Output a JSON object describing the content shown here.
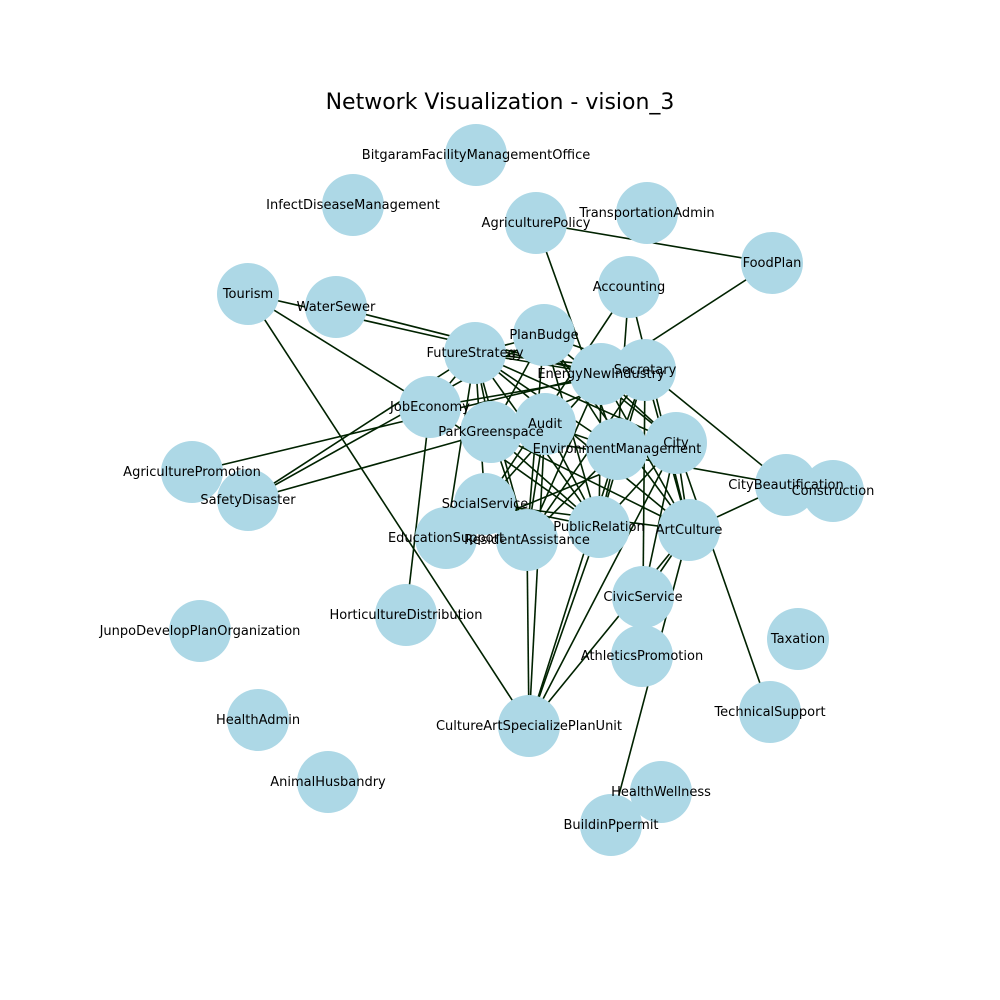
{
  "title": "Network Visualization - vision_3",
  "style": {
    "node_color": "#add8e6",
    "edge_color": "#002200",
    "background": "#ffffff"
  },
  "nodes": [
    {
      "id": "BitgaramFacilityManagementOffice",
      "label": "BitgaramFacilityManagementOffice"
    },
    {
      "id": "InfectDiseaseManagement",
      "label": "InfectDiseaseManagement"
    },
    {
      "id": "AgriculturePolicy",
      "label": "AgriculturePolicy"
    },
    {
      "id": "TransportationAdmin",
      "label": "TransportationAdmin"
    },
    {
      "id": "FoodPlan",
      "label": "FoodPlan"
    },
    {
      "id": "Accounting",
      "label": "Accounting"
    },
    {
      "id": "Tourism",
      "label": "Tourism"
    },
    {
      "id": "WaterSewer",
      "label": "WaterSewer"
    },
    {
      "id": "PlanBudge",
      "label": "PlanBudge"
    },
    {
      "id": "FutureStrategy",
      "label": "FutureStrategy"
    },
    {
      "id": "Secretary",
      "label": "Secretary"
    },
    {
      "id": "EnergyNewIndustry",
      "label": "EnergyNewIndustry"
    },
    {
      "id": "JobEconomy",
      "label": "JobEconomy"
    },
    {
      "id": "Audit",
      "label": "Audit"
    },
    {
      "id": "ParkGreenspace",
      "label": "ParkGreenspace"
    },
    {
      "id": "City",
      "label": "City"
    },
    {
      "id": "EnvironmentManagement",
      "label": "EnvironmentManagement"
    },
    {
      "id": "AgriculturePromotion",
      "label": "AgriculturePromotion"
    },
    {
      "id": "SafetyDisaster",
      "label": "SafetyDisaster"
    },
    {
      "id": "CityBeautification",
      "label": "CityBeautification"
    },
    {
      "id": "Construction",
      "label": "Construction"
    },
    {
      "id": "SocialService",
      "label": "SocialService"
    },
    {
      "id": "EducationSupport",
      "label": "EducationSupport"
    },
    {
      "id": "ResidentAssistance",
      "label": "ResidentAssistance"
    },
    {
      "id": "PublicRelation",
      "label": "PublicRelation"
    },
    {
      "id": "ArtCulture",
      "label": "ArtCulture"
    },
    {
      "id": "HorticultureDistribution",
      "label": "HorticultureDistribution"
    },
    {
      "id": "CivicService",
      "label": "CivicService"
    },
    {
      "id": "JunpoDevelopPlanOrganization",
      "label": "JunpoDevelopPlanOrganization"
    },
    {
      "id": "Taxation",
      "label": "Taxation"
    },
    {
      "id": "AthleticsPromotion",
      "label": "AthleticsPromotion"
    },
    {
      "id": "HealthAdmin",
      "label": "HealthAdmin"
    },
    {
      "id": "CultureArtSpecializePlanUnit",
      "label": "CultureArtSpecializePlanUnit"
    },
    {
      "id": "TechnicalSupport",
      "label": "TechnicalSupport"
    },
    {
      "id": "AnimalHusbandry",
      "label": "AnimalHusbandry"
    },
    {
      "id": "HealthWellness",
      "label": "HealthWellness"
    },
    {
      "id": "BuildinPpermit",
      "label": "BuildinPpermit"
    }
  ],
  "edges": [
    [
      "AgriculturePolicy",
      "FoodPlan"
    ],
    [
      "AgriculturePolicy",
      "EnvironmentManagement"
    ],
    [
      "FoodPlan",
      "EnergyNewIndustry"
    ],
    [
      "Accounting",
      "EnvironmentManagement"
    ],
    [
      "Accounting",
      "ArtCulture"
    ],
    [
      "Accounting",
      "SocialService"
    ],
    [
      "Tourism",
      "EnergyNewIndustry"
    ],
    [
      "Tourism",
      "JobEconomy"
    ],
    [
      "Tourism",
      "CultureArtSpecializePlanUnit"
    ],
    [
      "WaterSewer",
      "EnergyNewIndustry"
    ],
    [
      "FutureStrategy",
      "EnergyNewIndustry"
    ],
    [
      "FutureStrategy",
      "PlanBudge"
    ],
    [
      "FutureStrategy",
      "Secretary"
    ],
    [
      "FutureStrategy",
      "ParkGreenspace"
    ],
    [
      "FutureStrategy",
      "EnvironmentManagement"
    ],
    [
      "FutureStrategy",
      "City"
    ],
    [
      "FutureStrategy",
      "ArtCulture"
    ],
    [
      "FutureStrategy",
      "PublicRelation"
    ],
    [
      "FutureStrategy",
      "ResidentAssistance"
    ],
    [
      "FutureStrategy",
      "SocialService"
    ],
    [
      "FutureStrategy",
      "JobEconomy"
    ],
    [
      "FutureStrategy",
      "SafetyDisaster"
    ],
    [
      "FutureStrategy",
      "EducationSupport"
    ],
    [
      "PlanBudge",
      "Secretary"
    ],
    [
      "PlanBudge",
      "ParkGreenspace"
    ],
    [
      "PlanBudge",
      "PublicRelation"
    ],
    [
      "PlanBudge",
      "ResidentAssistance"
    ],
    [
      "PlanBudge",
      "EnvironmentManagement"
    ],
    [
      "PlanBudge",
      "City"
    ],
    [
      "PlanBudge",
      "SafetyDisaster"
    ],
    [
      "PlanBudge",
      "ArtCulture"
    ],
    [
      "Secretary",
      "CityBeautification"
    ],
    [
      "Secretary",
      "ArtCulture"
    ],
    [
      "Secretary",
      "CivicService"
    ],
    [
      "Secretary",
      "ResidentAssistance"
    ],
    [
      "Secretary",
      "ParkGreenspace"
    ],
    [
      "Secretary",
      "PublicRelation"
    ],
    [
      "Secretary",
      "JobEconomy"
    ],
    [
      "Secretary",
      "EnvironmentManagement"
    ],
    [
      "EnergyNewIndustry",
      "AgriculturePromotion"
    ],
    [
      "EnergyNewIndustry",
      "City"
    ],
    [
      "EnergyNewIndustry",
      "SocialService"
    ],
    [
      "EnergyNewIndustry",
      "ResidentAssistance"
    ],
    [
      "EnergyNewIndustry",
      "PublicRelation"
    ],
    [
      "EnergyNewIndustry",
      "ArtCulture"
    ],
    [
      "ParkGreenspace",
      "PublicRelation"
    ],
    [
      "ParkGreenspace",
      "ArtCulture"
    ],
    [
      "ParkGreenspace",
      "CityBeautification"
    ],
    [
      "ParkGreenspace",
      "SafetyDisaster"
    ],
    [
      "ParkGreenspace",
      "ResidentAssistance"
    ],
    [
      "Audit",
      "EnvironmentManagement"
    ],
    [
      "Audit",
      "PublicRelation"
    ],
    [
      "Audit",
      "ResidentAssistance"
    ],
    [
      "Audit",
      "CultureArtSpecializePlanUnit"
    ],
    [
      "EnvironmentManagement",
      "ResidentAssistance"
    ],
    [
      "EnvironmentManagement",
      "PublicRelation"
    ],
    [
      "EnvironmentManagement",
      "CultureArtSpecializePlanUnit"
    ],
    [
      "City",
      "ArtCulture"
    ],
    [
      "City",
      "PublicRelation"
    ],
    [
      "City",
      "EducationSupport"
    ],
    [
      "City",
      "CultureArtSpecializePlanUnit"
    ],
    [
      "City",
      "CivicService"
    ],
    [
      "City",
      "TechnicalSupport"
    ],
    [
      "JobEconomy",
      "PublicRelation"
    ],
    [
      "JobEconomy",
      "HorticultureDistribution"
    ],
    [
      "ArtCulture",
      "CityBeautification"
    ],
    [
      "ArtCulture",
      "CultureArtSpecializePlanUnit"
    ],
    [
      "ArtCulture",
      "CivicService"
    ],
    [
      "ArtCulture",
      "BuildinPpermit"
    ],
    [
      "PublicRelation",
      "CultureArtSpecializePlanUnit"
    ],
    [
      "PublicRelation",
      "SocialService"
    ],
    [
      "ResidentAssistance",
      "CultureArtSpecializePlanUnit"
    ],
    [
      "SocialService",
      "ArtCulture"
    ]
  ]
}
